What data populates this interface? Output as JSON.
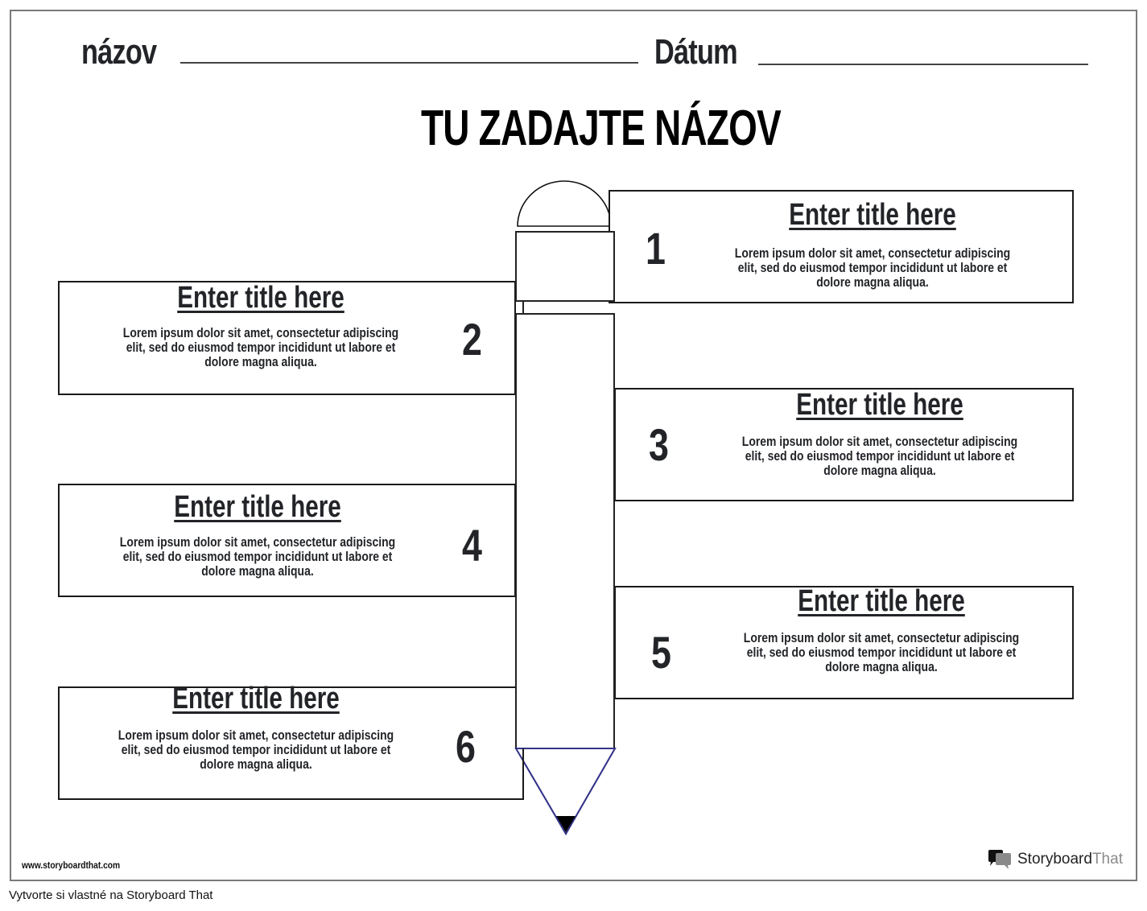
{
  "header": {
    "name_label": "názov",
    "date_label": "Dátum"
  },
  "title": "TU ZADAJTE NÁZOV",
  "steps": [
    {
      "number": "1",
      "title": "Enter title here",
      "body": "Lorem ipsum dolor sit amet, consectetur adipiscing elit, sed do eiusmod tempor incididunt ut labore et dolore magna aliqua."
    },
    {
      "number": "2",
      "title": "Enter title here",
      "body": "Lorem ipsum dolor sit amet, consectetur adipiscing elit, sed do eiusmod tempor incididunt ut labore et dolore magna aliqua."
    },
    {
      "number": "3",
      "title": "Enter title here",
      "body": "Lorem ipsum dolor sit amet, consectetur adipiscing elit, sed do eiusmod tempor incididunt ut labore et dolore magna aliqua."
    },
    {
      "number": "4",
      "title": "Enter title here",
      "body": "Lorem ipsum dolor sit amet, consectetur adipiscing elit, sed do eiusmod tempor incididunt ut labore et dolore magna aliqua."
    },
    {
      "number": "5",
      "title": "Enter title here",
      "body": "Lorem ipsum dolor sit amet, consectetur adipiscing elit, sed do eiusmod tempor incididunt ut labore et dolore magna aliqua."
    },
    {
      "number": "6",
      "title": "Enter title here",
      "body": "Lorem ipsum dolor sit amet, consectetur adipiscing elit, sed do eiusmod tempor incididunt ut labore et dolore magna aliqua."
    }
  ],
  "graphic": {
    "icon": "pencil-icon",
    "tip_outline_color": "#33338a"
  },
  "footer": {
    "website": "www.storyboardthat.com",
    "logo_part1": "Storyboard",
    "logo_part2": "That",
    "caption": "Vytvorte si vlastné na Storyboard That"
  }
}
